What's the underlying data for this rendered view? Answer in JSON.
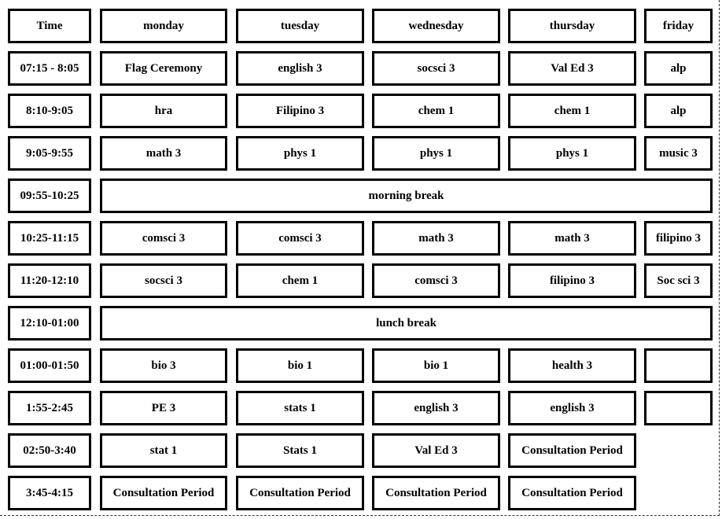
{
  "schedule": {
    "header": {
      "time": "Time",
      "days": [
        "monday",
        "tuesday",
        "wednesday",
        "thursday",
        "friday"
      ]
    },
    "rows": [
      {
        "time": "07:15 - 8:05",
        "cells": [
          "Flag Ceremony",
          "english 3",
          "socsci 3",
          "Val Ed 3",
          "alp"
        ]
      },
      {
        "time": "8:10-9:05",
        "cells": [
          "hra",
          "Filipino 3",
          "chem 1",
          "chem 1",
          "alp"
        ]
      },
      {
        "time": "9:05-9:55",
        "cells": [
          "math 3",
          "phys 1",
          "phys 1",
          "phys 1",
          "music 3"
        ]
      },
      {
        "time": "09:55-10:25",
        "span": "morning break"
      },
      {
        "time": "10:25-11:15",
        "cells": [
          "comsci 3",
          "comsci 3",
          "math 3",
          "math 3",
          "filipino 3"
        ]
      },
      {
        "time": "11:20-12:10",
        "cells": [
          "socsci 3",
          "chem 1",
          "comsci 3",
          "filipino 3",
          "Soc sci 3"
        ]
      },
      {
        "time": "12:10-01:00",
        "span": "lunch break"
      },
      {
        "time": "01:00-01:50",
        "cells": [
          "bio 3",
          "bio 1",
          "bio 1",
          "health 3",
          ""
        ]
      },
      {
        "time": "1:55-2:45",
        "cells": [
          "PE 3",
          "stats 1",
          "english 3",
          "english 3",
          ""
        ]
      },
      {
        "time": "02:50-3:40",
        "cells": [
          "stat 1",
          "Stats 1",
          "Val Ed 3",
          "Consultation Period"
        ]
      },
      {
        "time": "3:45-4:15",
        "cells": [
          "Consultation Period",
          "Consultation Period",
          "Consultation Period",
          "Consultation Period"
        ]
      }
    ]
  }
}
